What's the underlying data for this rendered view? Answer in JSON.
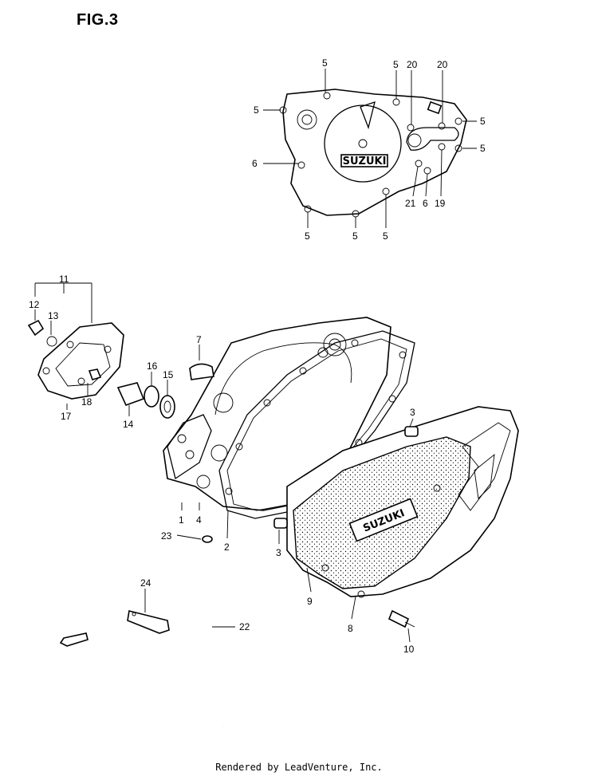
{
  "figure": {
    "title": "FIG.3"
  },
  "brand_text": "SUZUKI",
  "footer": "Rendered by LeadVenture, Inc.",
  "callouts": {
    "c1": "1",
    "c2": "2",
    "c3a": "3",
    "c3b": "3",
    "c4": "4",
    "c5a": "5",
    "c5b": "5",
    "c5c": "5",
    "c5d": "5",
    "c5e": "5",
    "c5f": "5",
    "c5g": "5",
    "c5h": "5",
    "c6a": "6",
    "c6b": "6",
    "c7": "7",
    "c8": "8",
    "c9": "9",
    "c10": "10",
    "c11": "11",
    "c12": "12",
    "c13": "13",
    "c14": "14",
    "c15": "15",
    "c16": "16",
    "c17": "17",
    "c18": "18",
    "c19": "19",
    "c20a": "20",
    "c20b": "20",
    "c21": "21",
    "c22": "22",
    "c23": "23",
    "c24": "24"
  },
  "colors": {
    "ink": "#000000",
    "paper": "#ffffff"
  }
}
